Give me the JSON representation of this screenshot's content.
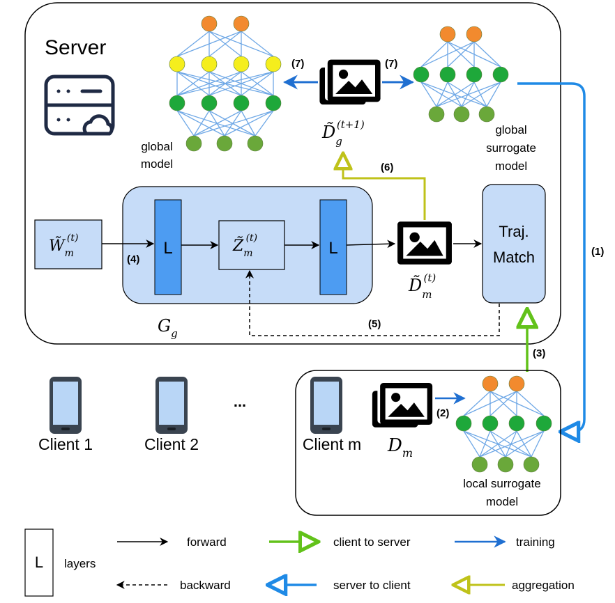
{
  "server": {
    "title": "Server"
  },
  "global_model": {
    "label_line1": "global",
    "label_line2": "model"
  },
  "global_surrogate": {
    "label_line1": "global",
    "label_line2": "surrogate",
    "label_line3": "model"
  },
  "local_surrogate": {
    "label_line1": "local surrogate",
    "label_line2": "model"
  },
  "generator": {
    "name": "G",
    "name_sub": "g",
    "layer_label": "L",
    "input": {
      "base": "W̃",
      "sub": "m",
      "sup": "(t)"
    },
    "latent": {
      "base": "Z̃",
      "sub": "m",
      "sup": "(t)"
    }
  },
  "synthetic_data": {
    "base": "D̃",
    "sub": "m",
    "sup": "(t)"
  },
  "aggregated_data": {
    "base": "D̃",
    "sub": "g",
    "sup": "(t+1)"
  },
  "client_data": {
    "base": "D",
    "sub": "m"
  },
  "traj_match": {
    "line1": "Traj.",
    "line2": "Match"
  },
  "steps": {
    "s1": "(1)",
    "s2": "(2)",
    "s3": "(3)",
    "s4": "(4)",
    "s5": "(5)",
    "s6": "(6)",
    "s7a": "(7)",
    "s7b": "(7)"
  },
  "clients": [
    {
      "label": "Client 1"
    },
    {
      "label": "Client 2"
    },
    {
      "label": "Client m"
    }
  ],
  "ellipsis": "...",
  "legend": {
    "layers_box": "L",
    "layers": "layers",
    "forward": "forward",
    "backward": "backward",
    "client_to_server": "client to server",
    "server_to_client": "server to client",
    "training": "training",
    "aggregation": "aggregation"
  },
  "colors": {
    "training": "#1f6fd1",
    "server_to_client": "#1f8ae6",
    "client_to_server": "#62c21a",
    "aggregation": "#bfc21a",
    "generator_fill": "#c6dcf8",
    "layer_fill": "#4d9cf2",
    "node_orange": "#f28a2e",
    "node_yellow": "#f5ee1d",
    "node_green": "#1ea83a",
    "node_olive": "#6aa83a",
    "edge": "#6fa8e6",
    "icon_dark": "#1f2a44"
  }
}
